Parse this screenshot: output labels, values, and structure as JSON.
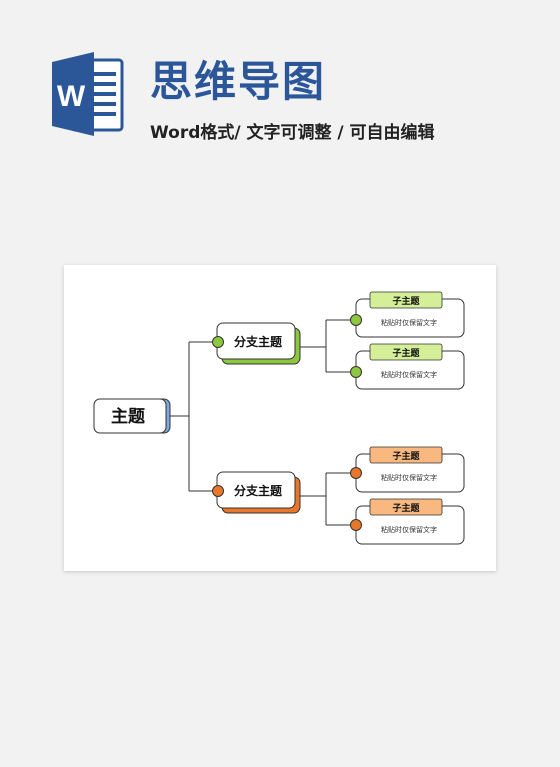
{
  "header": {
    "title": "思维导图",
    "subtitle": "Word格式/ 文字可调整 / 可自由编辑",
    "logo_letter": "W"
  },
  "mindmap": {
    "root": "主题",
    "branches": [
      {
        "label": "分支主题",
        "color": "#8dc63f",
        "children": [
          {
            "title": "子主题",
            "text": "粘贴时仅保留文字"
          },
          {
            "title": "子主题",
            "text": "粘贴时仅保留文字"
          }
        ]
      },
      {
        "label": "分支主题",
        "color": "#e8772a",
        "children": [
          {
            "title": "子主题",
            "text": "粘贴时仅保留文字"
          },
          {
            "title": "子主题",
            "text": "粘贴时仅保留文字"
          }
        ]
      }
    ]
  },
  "colors": {
    "title_blue": "#2b5799",
    "word_blue": "#2b5799",
    "root_accent": "#7ea6e0",
    "green_tag": "#d4ef98",
    "orange_tag": "#f9b87f"
  }
}
